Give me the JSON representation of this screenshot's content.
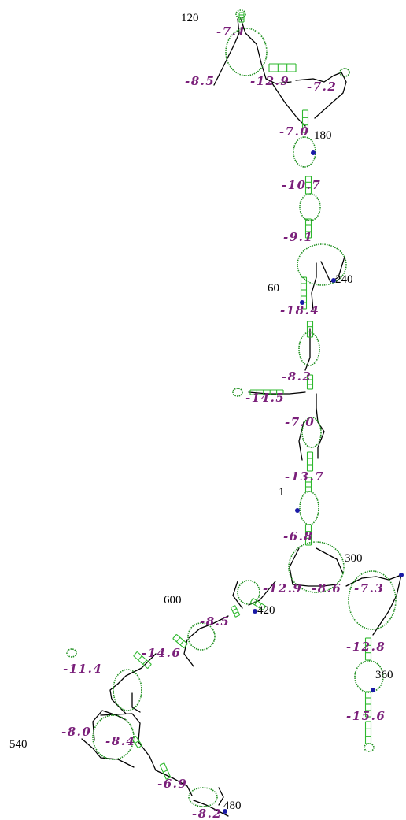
{
  "colors": {
    "backbone": "#000000",
    "loop": "#1f8f1f",
    "pair": "#2db82d",
    "energy_label": "#7a1f7a",
    "position_label": "#000000",
    "marker": "#1a1aa6"
  },
  "energy_labels": [
    "-7.1",
    "-8.5",
    "-12.9",
    "-7.2",
    "-7.0",
    "-10.7",
    "-9.1",
    "-18.4",
    "-8.2",
    "-14.5",
    "-7.0",
    "-13.7",
    "-6.8",
    "-12.9",
    "-8.6",
    "-7.3",
    "-8.5",
    "-14.6",
    "-11.4",
    "-12.8",
    "-15.6",
    "-8.0",
    "-8.4",
    "-6.9",
    "-8.2"
  ],
  "position_labels": [
    "120",
    "180",
    "60",
    "240",
    "1",
    "300",
    "600",
    "420",
    "360",
    "540",
    "480"
  ]
}
